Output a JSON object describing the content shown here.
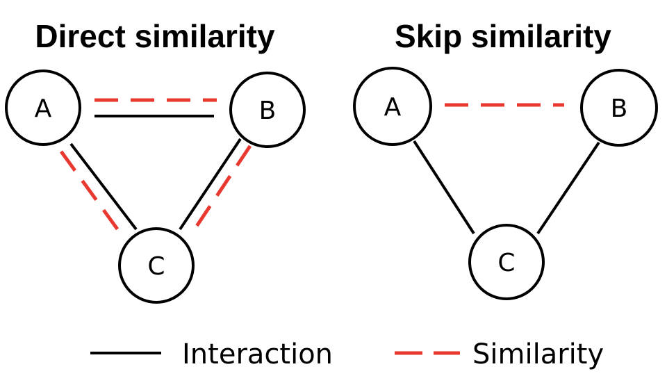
{
  "panels": {
    "direct": {
      "title": "Direct similarity",
      "nodes": {
        "a": "A",
        "b": "B",
        "c": "C"
      }
    },
    "skip": {
      "title": "Skip similarity",
      "nodes": {
        "a": "A",
        "b": "B",
        "c": "C"
      }
    }
  },
  "legend": {
    "interaction_label": "Interaction",
    "similarity_label": "Similarity"
  },
  "colors": {
    "interaction": "#000000",
    "similarity": "#e8382f"
  }
}
